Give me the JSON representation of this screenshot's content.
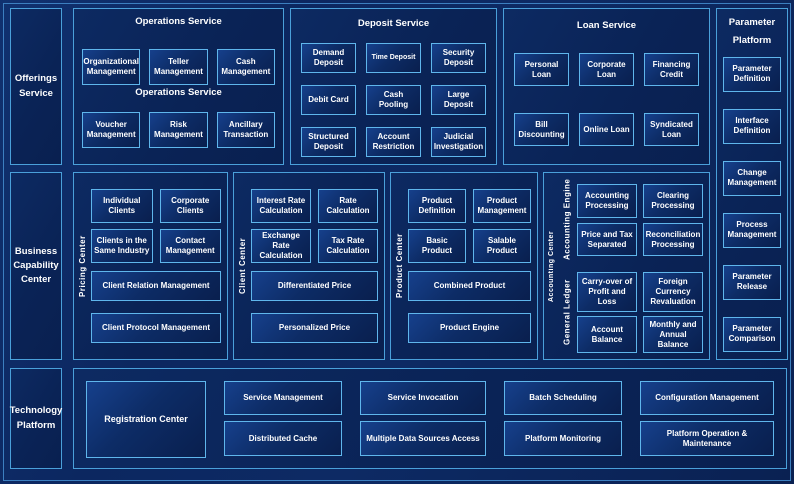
{
  "colors": {
    "accent_border": "#4aa0da",
    "cell_border": "#5fb6ec",
    "background": "#0d2a64",
    "text": "#ffffff"
  },
  "bands": {
    "offerings": {
      "label": "Offerings Service"
    },
    "business": {
      "label": "Business Capability Center"
    },
    "technology": {
      "label": "Technology Platform"
    }
  },
  "operations": {
    "title": "Operations Service",
    "subtitle": "Operations Service",
    "row1": [
      "Organizational Management",
      "Teller Management",
      "Cash Management"
    ],
    "row2": [
      "Voucher Management",
      "Risk Management",
      "Ancillary Transaction"
    ]
  },
  "deposit": {
    "title": "Deposit Service",
    "rows": [
      [
        "Demand Deposit",
        "Time Deposit",
        "Security Deposit"
      ],
      [
        "Debit Card",
        "Cash Pooling",
        "Large Deposit"
      ],
      [
        "Structured Deposit",
        "Account Restriction",
        "Judicial Investigation"
      ]
    ]
  },
  "loan": {
    "title": "Loan Service",
    "rows": [
      [
        "Personal Loan",
        "Corporate Loan",
        "Financing Credit"
      ],
      [
        "Bill Discounting",
        "Online Loan",
        "Syndicated Loan"
      ]
    ]
  },
  "parameter_platform": {
    "title_line1": "Parameter",
    "title_line2": "Platform",
    "items": [
      "Parameter Definition",
      "Interface Definition",
      "Change Management",
      "Process Management",
      "Parameter Release",
      "Parameter Comparison"
    ]
  },
  "pricing_center": {
    "label": "Pricing Center",
    "row1": [
      "Individual Clients",
      "Corporate Clients"
    ],
    "row2": [
      "Clients in the Same Industry",
      "Contact Management"
    ],
    "wide1": "Client Relation Management",
    "wide2": "Client Protocol Management"
  },
  "client_center": {
    "label": "Client Center",
    "row1": [
      "Interest Rate Calculation",
      "Rate Calculation"
    ],
    "row2": [
      "Exchange Rate Calculation",
      "Tax Rate Calculation"
    ],
    "wide1": "Differentiated Price",
    "wide2": "Personalized Price"
  },
  "product_center": {
    "label": "Product Center",
    "row1": [
      "Product Definition",
      "Product Management"
    ],
    "row2": [
      "Basic Product",
      "Salable Product"
    ],
    "wide1": "Combined Product",
    "wide2": "Product Engine"
  },
  "accounting_center": {
    "label": "Accounting Center",
    "engine": {
      "label": "Accounting Engine",
      "row1": [
        "Accounting Processing",
        "Clearing Processing"
      ],
      "row2": [
        "Price and Tax Separated",
        "Reconciliation Processing"
      ]
    },
    "ledger": {
      "label": "General Ledger",
      "row1": [
        "Carry-over of Profit and Loss",
        "Foreign Currency Revaluation"
      ],
      "row2": [
        "Account Balance",
        "Monthly and Annual Balance"
      ]
    }
  },
  "technology_platform": {
    "registration": "Registration Center",
    "columns": [
      {
        "top": "Service Management",
        "bottom": "Distributed Cache"
      },
      {
        "top": "Service Invocation",
        "bottom": "Multiple Data Sources Access"
      },
      {
        "top": "Batch Scheduling",
        "bottom": "Platform Monitoring"
      },
      {
        "top": "Configuration Management",
        "bottom": "Platform Operation & Maintenance"
      }
    ]
  }
}
